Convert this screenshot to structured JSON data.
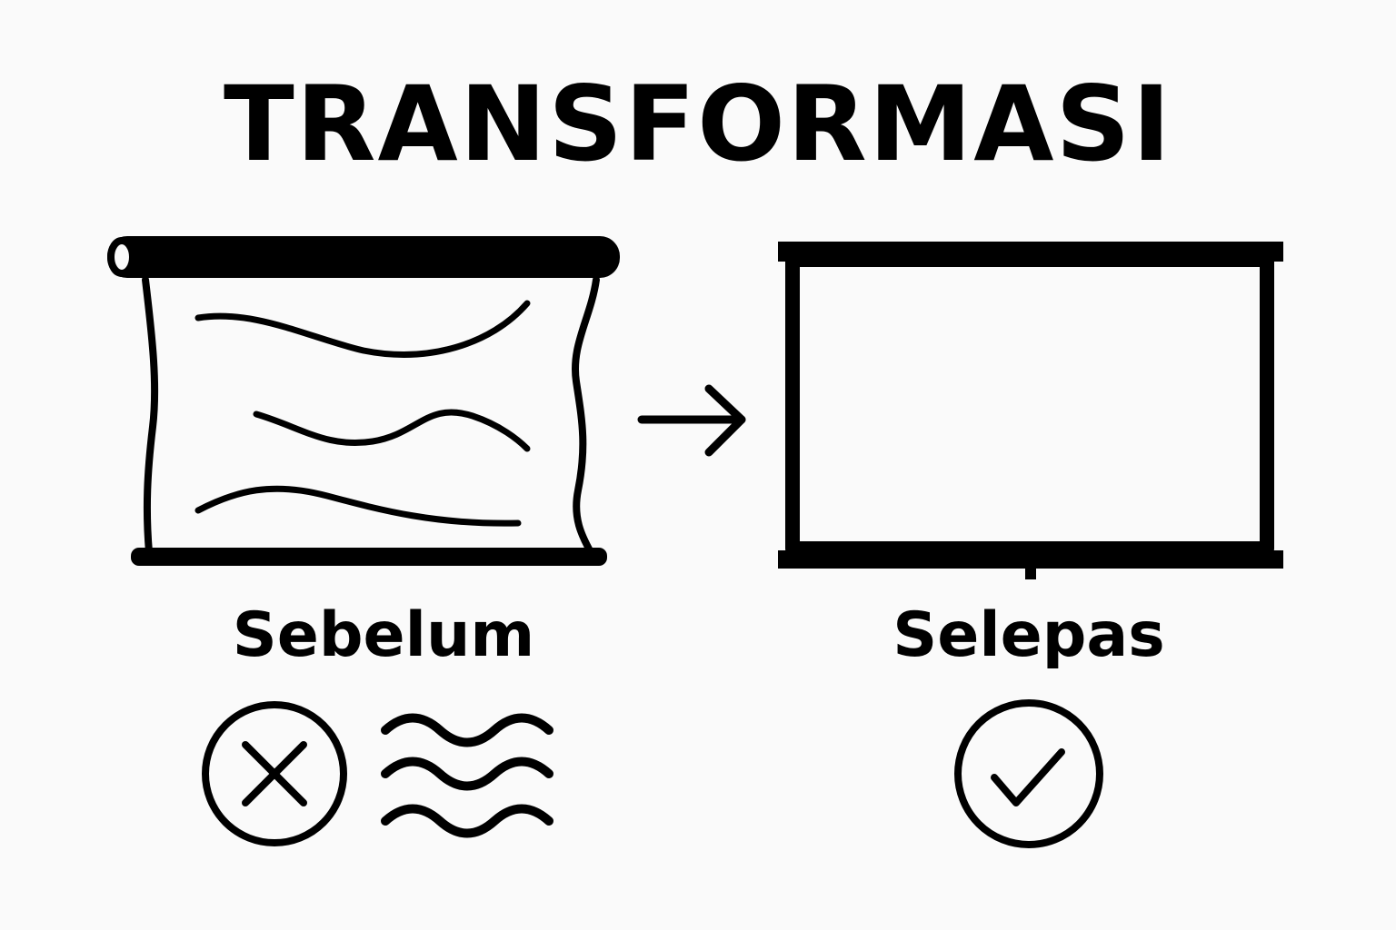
{
  "title": "TRANSFORMASI",
  "before": {
    "label": "Sebelum",
    "status_icon": "x-circle-icon",
    "detail_icon": "wavy-lines-icon",
    "illustration": "wrinkled-projector-screen"
  },
  "after": {
    "label": "Selepas",
    "status_icon": "check-circle-icon",
    "illustration": "flat-projector-screen"
  },
  "arrow_icon": "arrow-right-icon",
  "colors": {
    "ink": "#000000",
    "background": "#fafafa"
  }
}
